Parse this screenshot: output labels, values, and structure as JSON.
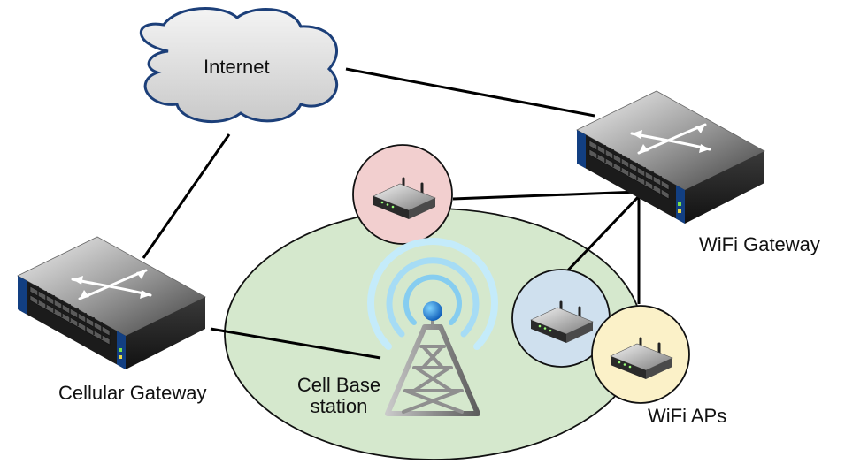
{
  "labels": {
    "internet": "Internet",
    "wifi_gateway": "WiFi Gateway",
    "cellular_gateway": "Cellular Gateway",
    "cell_base_line1": "Cell Base",
    "cell_base_line2": "station",
    "wifi_aps": "WiFi APs"
  },
  "colors": {
    "coverage_fill": "#d5e8cd",
    "ap_top_circle": "#f2cfcf",
    "ap_blue_circle": "#cfe0ee",
    "ap_yellow_circle": "#fbf1c8",
    "switch_blue": "#123f82",
    "signal_blue": "#a6dcf5",
    "tower_grey": "#9a9a9a",
    "cloud_border": "#1c3f79",
    "link_line": "#000000"
  }
}
